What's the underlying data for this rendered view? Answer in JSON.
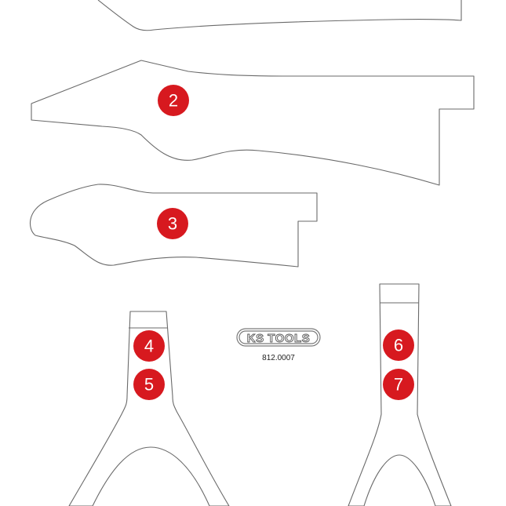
{
  "labels": {
    "slot2": "2",
    "slot3": "3",
    "slot4": "4",
    "slot5": "5",
    "slot6": "6",
    "slot7": "7"
  },
  "logo": {
    "brand": "KS TOOLS"
  },
  "part_number": "812.0007",
  "colors": {
    "badge": "#d7191f",
    "outline": "#6a6a6a"
  }
}
